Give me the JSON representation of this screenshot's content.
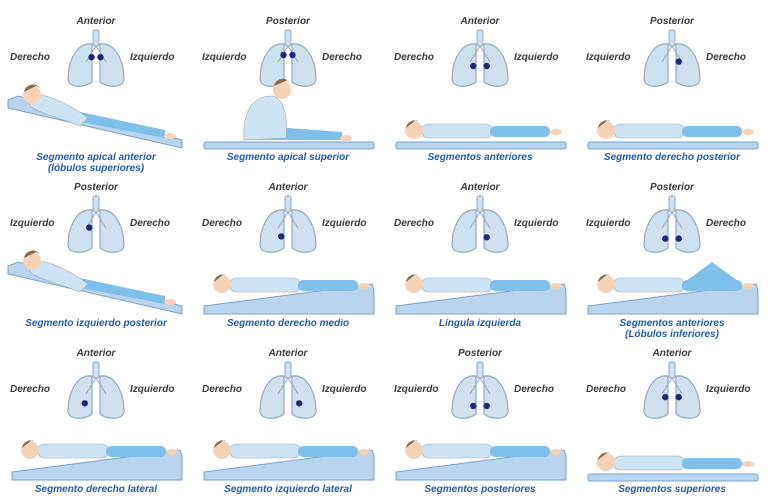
{
  "colors": {
    "caption": "#1f5ca8",
    "label": "#3a3a3a",
    "lung_fill": "#cfe0ef",
    "lung_stroke": "#8fa9c6",
    "dot": "#1b2a7a",
    "skin": "#f6d2b6",
    "shirt": "#cde4f5",
    "pants": "#7fc0ea",
    "hair": "#8a6a4e",
    "bed": "#b8d4ee",
    "pillow": "#ffffff"
  },
  "panels": [
    {
      "id": "apical-anterior",
      "caption": "Segmento apical anterior\n(lóbulos superiores)",
      "labels": {
        "top": "Anterior",
        "left": "Derecho",
        "right": "Izquierdo"
      },
      "dots": [
        [
          0.42,
          0.3
        ],
        [
          0.58,
          0.3
        ]
      ],
      "pose": "reclined-sitting",
      "bed": "incline-left"
    },
    {
      "id": "apical-superior",
      "caption": "Segmento apical superior",
      "labels": {
        "top": "Posterior",
        "left": "Izquierdo",
        "right": "Derecho"
      },
      "dots": [
        [
          0.42,
          0.25
        ],
        [
          0.58,
          0.25
        ]
      ],
      "pose": "sitting-forward",
      "bed": "flat"
    },
    {
      "id": "anteriores",
      "caption": "Segmentos anteriores",
      "labels": {
        "top": "Anterior",
        "left": "Derecho",
        "right": "Izquierdo"
      },
      "dots": [
        [
          0.38,
          0.5
        ],
        [
          0.62,
          0.5
        ]
      ],
      "pose": "supine",
      "bed": "flat"
    },
    {
      "id": "derecho-posterior",
      "caption": "Segmento derecho posterior",
      "labels": {
        "top": "Posterior",
        "left": "Izquierdo",
        "right": "Derecho"
      },
      "dots": [
        [
          0.62,
          0.4
        ]
      ],
      "pose": "prone",
      "bed": "flat"
    },
    {
      "id": "izquierdo-posterior",
      "caption": "Segmento izquierdo posterior",
      "labels": {
        "top": "Posterior",
        "left": "Izquierdo",
        "right": "Derecho"
      },
      "dots": [
        [
          0.38,
          0.4
        ]
      ],
      "pose": "side-reclined",
      "bed": "incline-left"
    },
    {
      "id": "derecho-medio",
      "caption": "Segmento derecho medio",
      "labels": {
        "top": "Anterior",
        "left": "Derecho",
        "right": "Izquierdo"
      },
      "dots": [
        [
          0.38,
          0.6
        ]
      ],
      "pose": "side-lying",
      "bed": "incline-right"
    },
    {
      "id": "lingula",
      "caption": "Língula izquierda",
      "labels": {
        "top": "Anterior",
        "left": "Derecho",
        "right": "Izquierdo"
      },
      "dots": [
        [
          0.62,
          0.62
        ]
      ],
      "pose": "side-lying",
      "bed": "incline-right"
    },
    {
      "id": "anteriores-inferiores",
      "caption": "Segmentos anteriores\n(Lóbulos inferiores)",
      "labels": {
        "top": "Posterior",
        "left": "Izquierdo",
        "right": "Derecho"
      },
      "dots": [
        [
          0.38,
          0.65
        ],
        [
          0.62,
          0.65
        ]
      ],
      "pose": "supine-knees-up",
      "bed": "incline-right"
    },
    {
      "id": "derecho-lateral",
      "caption": "Segmento derecho lateral",
      "labels": {
        "top": "Anterior",
        "left": "Derecho",
        "right": "Izquierdo"
      },
      "dots": [
        [
          0.3,
          0.62
        ]
      ],
      "pose": "side-lying",
      "bed": "incline-right"
    },
    {
      "id": "izquierdo-lateral",
      "caption": "Segmento izquierdo lateral",
      "labels": {
        "top": "Anterior",
        "left": "Derecho",
        "right": "Izquierdo"
      },
      "dots": [
        [
          0.7,
          0.62
        ]
      ],
      "pose": "side-lying",
      "bed": "incline-right"
    },
    {
      "id": "posteriores",
      "caption": "Segmentos posteriores",
      "labels": {
        "top": "Posterior",
        "left": "Izquierdo",
        "right": "Derecho"
      },
      "dots": [
        [
          0.38,
          0.68
        ],
        [
          0.62,
          0.68
        ]
      ],
      "pose": "prone",
      "bed": "incline-right"
    },
    {
      "id": "superiores",
      "caption": "Segmentos superiores",
      "labels": {
        "top": "Anterior",
        "left": "Derecho",
        "right": "Izquierdo"
      },
      "dots": [
        [
          0.38,
          0.48
        ],
        [
          0.62,
          0.48
        ]
      ],
      "pose": "prone-pillow",
      "bed": "flat"
    }
  ]
}
